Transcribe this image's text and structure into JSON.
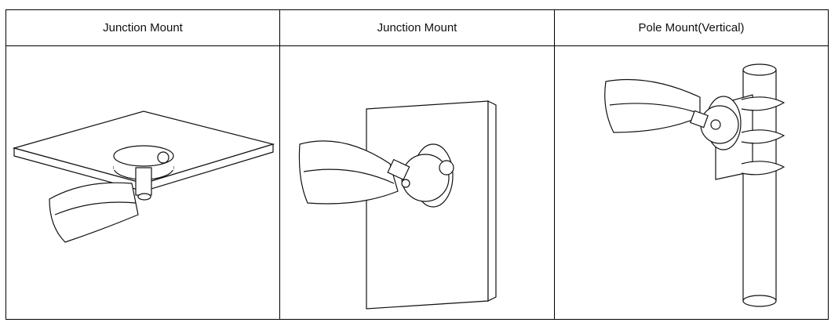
{
  "table": {
    "headers": [
      "Junction Mount",
      "Junction Mount",
      "Pole Mount(Vertical)"
    ]
  }
}
